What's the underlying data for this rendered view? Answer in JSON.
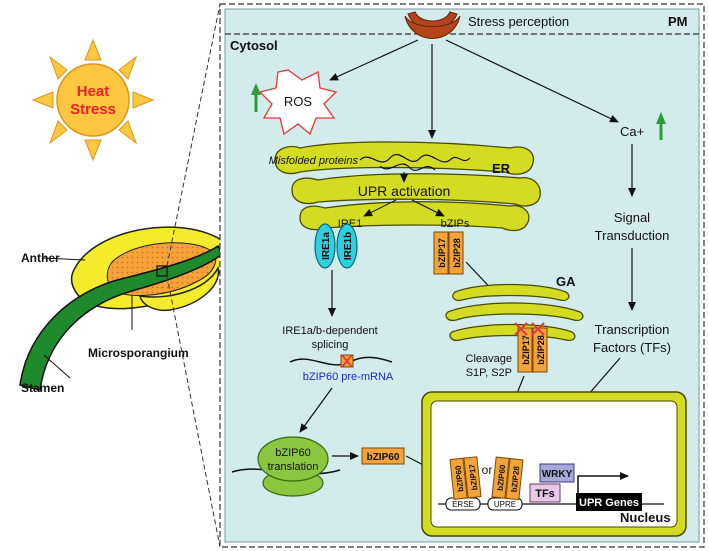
{
  "labels": {
    "heat": "Heat",
    "stress": "Stress",
    "anther": "Anther",
    "microsporangium": "Microsporangium",
    "stamen": "Stamen",
    "cytosol": "Cytosol",
    "pm": "PM",
    "stress_perception": "Stress perception",
    "ros": "ROS",
    "ca": "Ca+",
    "er": "ER",
    "misfolded": "Misfolded proteins",
    "upr_activation": "UPR activation",
    "ire1": "IRE1",
    "bzips": "bZIPs",
    "ire1a": "IRE1a",
    "ire1b": "IRE1b",
    "bzip17": "bZIP17",
    "bzip28": "bZIP28",
    "ga": "GA",
    "cleavage": "Cleavage",
    "s1p_s2p": "S1P, S2P",
    "splicing_line1": "IRE1a/b-dependent",
    "splicing_line2": "splicing",
    "pre_mrna": "bZIP60 pre-mRNA",
    "translation_line1": "bZIP60",
    "translation_line2": "translation",
    "bzip60": "bZIP60",
    "signal_line1": "Signal",
    "signal_line2": "Transduction",
    "tfs_line1": "Transcription",
    "tfs_line2": "Factors (TFs)",
    "or": "or",
    "wrky": "WRKY",
    "tfs": "TFs",
    "erse": "ERSE",
    "upre": "UPRE",
    "upr_genes": "UPR Genes",
    "nucleus": "Nucleus"
  },
  "colors": {
    "cell_fill": "#d2ebeb",
    "organelle": "#d4dc21",
    "organelle_stroke": "#4a4a00",
    "bzip_box": "#f4a23a",
    "ire1_fill": "#2ed0dd",
    "up_arrow": "#2a9d3a",
    "ros_star": "#e03a3a",
    "receptor": "#b5441a",
    "sun": "#ffc640",
    "heat_text": "#e8222a",
    "wrky": "#a8a8d8",
    "tfs_box": "#e8c8e8",
    "stamen_green": "#1e8a2c",
    "anther_yellow": "#f4ec2a",
    "micro_orange": "#f4a23a",
    "ribosome_green": "#8cc63e"
  }
}
